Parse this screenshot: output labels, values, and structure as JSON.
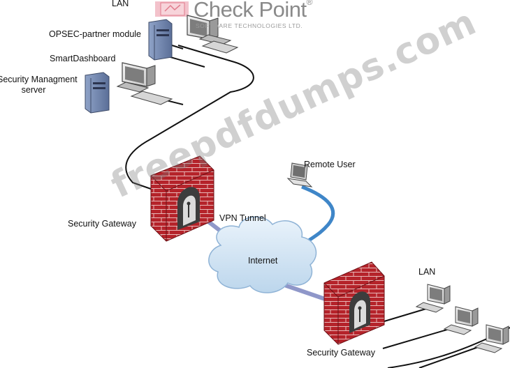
{
  "labels": {
    "lan_top": "LAN",
    "opsec": "OPSEC-partner module",
    "smartdashboard": "SmartDashboard",
    "sms_line1": "Security Managment",
    "sms_line2": "server",
    "gateway_left": "Security Gateway",
    "vpn_tunnel": "VPN Tunnel",
    "remote_user": "Remote User",
    "internet": "Internet",
    "lan_bottom": "LAN",
    "gateway_right": "Security Gateway"
  },
  "logo": {
    "name": "Check Point",
    "subtitle": "SOFTWARE TECHNOLOGIES LTD.",
    "reg": "®"
  },
  "watermark": "freepdfdumps.com",
  "colors": {
    "firewall_brick": "#b5232a",
    "mortar": "#e8c9c9",
    "tunnel": "#8f97c9",
    "remote_link": "#3f86c8",
    "cloud": "#cfe3f3",
    "logo_pink": "#e07b8c"
  }
}
